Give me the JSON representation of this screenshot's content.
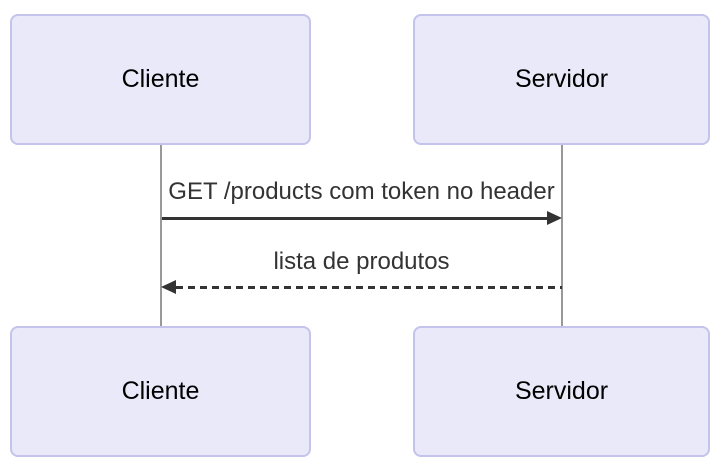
{
  "diagram": {
    "type": "sequence-diagram",
    "colors": {
      "background": "#ffffff",
      "actor_fill": "#e9e9f9",
      "actor_border": "#c3c3ec",
      "actor_text": "#000000",
      "message_text": "#333333",
      "arrow": "#333333",
      "lifeline": "#999999"
    },
    "actors": [
      {
        "label": "Cliente"
      },
      {
        "label": "Servidor"
      }
    ],
    "messages": [
      {
        "label": "GET /products com token no header",
        "from": "Cliente",
        "to": "Servidor",
        "direction": "right",
        "line_style": "solid"
      },
      {
        "label": "lista de produtos",
        "from": "Servidor",
        "to": "Cliente",
        "direction": "left",
        "line_style": "dashed"
      }
    ]
  }
}
